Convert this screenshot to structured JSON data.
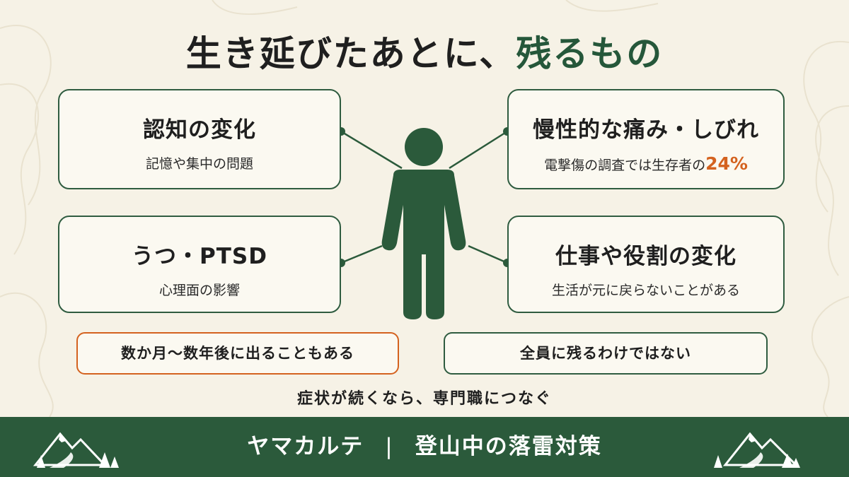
{
  "title": {
    "main": "生き延びたあとに、",
    "accent": "残るもの"
  },
  "cards": {
    "cognitive": {
      "head": "認知の変化",
      "sub": "記憶や集中の問題"
    },
    "pain": {
      "head": "慢性的な痛み・しびれ",
      "sub": "電撃傷の調査では生存者の",
      "percent": "24%"
    },
    "mental": {
      "head": "うつ・PTSD",
      "sub": "心理面の影響"
    },
    "work": {
      "head": "仕事や役割の変化",
      "sub": "生活が元に戻らないことがある"
    }
  },
  "pills": {
    "delayed": "数か月〜数年後に出ることもある",
    "not_everyone": "全員に残るわけではない"
  },
  "note": "症状が続くなら、専門職につなぐ",
  "footer": {
    "brand": "ヤマカルテ",
    "separator": "|",
    "topic": "登山中の落雷対策"
  },
  "colors": {
    "green": "#2b5a3b",
    "orange": "#d4621f",
    "background": "#f6f2e6"
  },
  "icons": [
    "person-icon",
    "mountain-icon"
  ]
}
